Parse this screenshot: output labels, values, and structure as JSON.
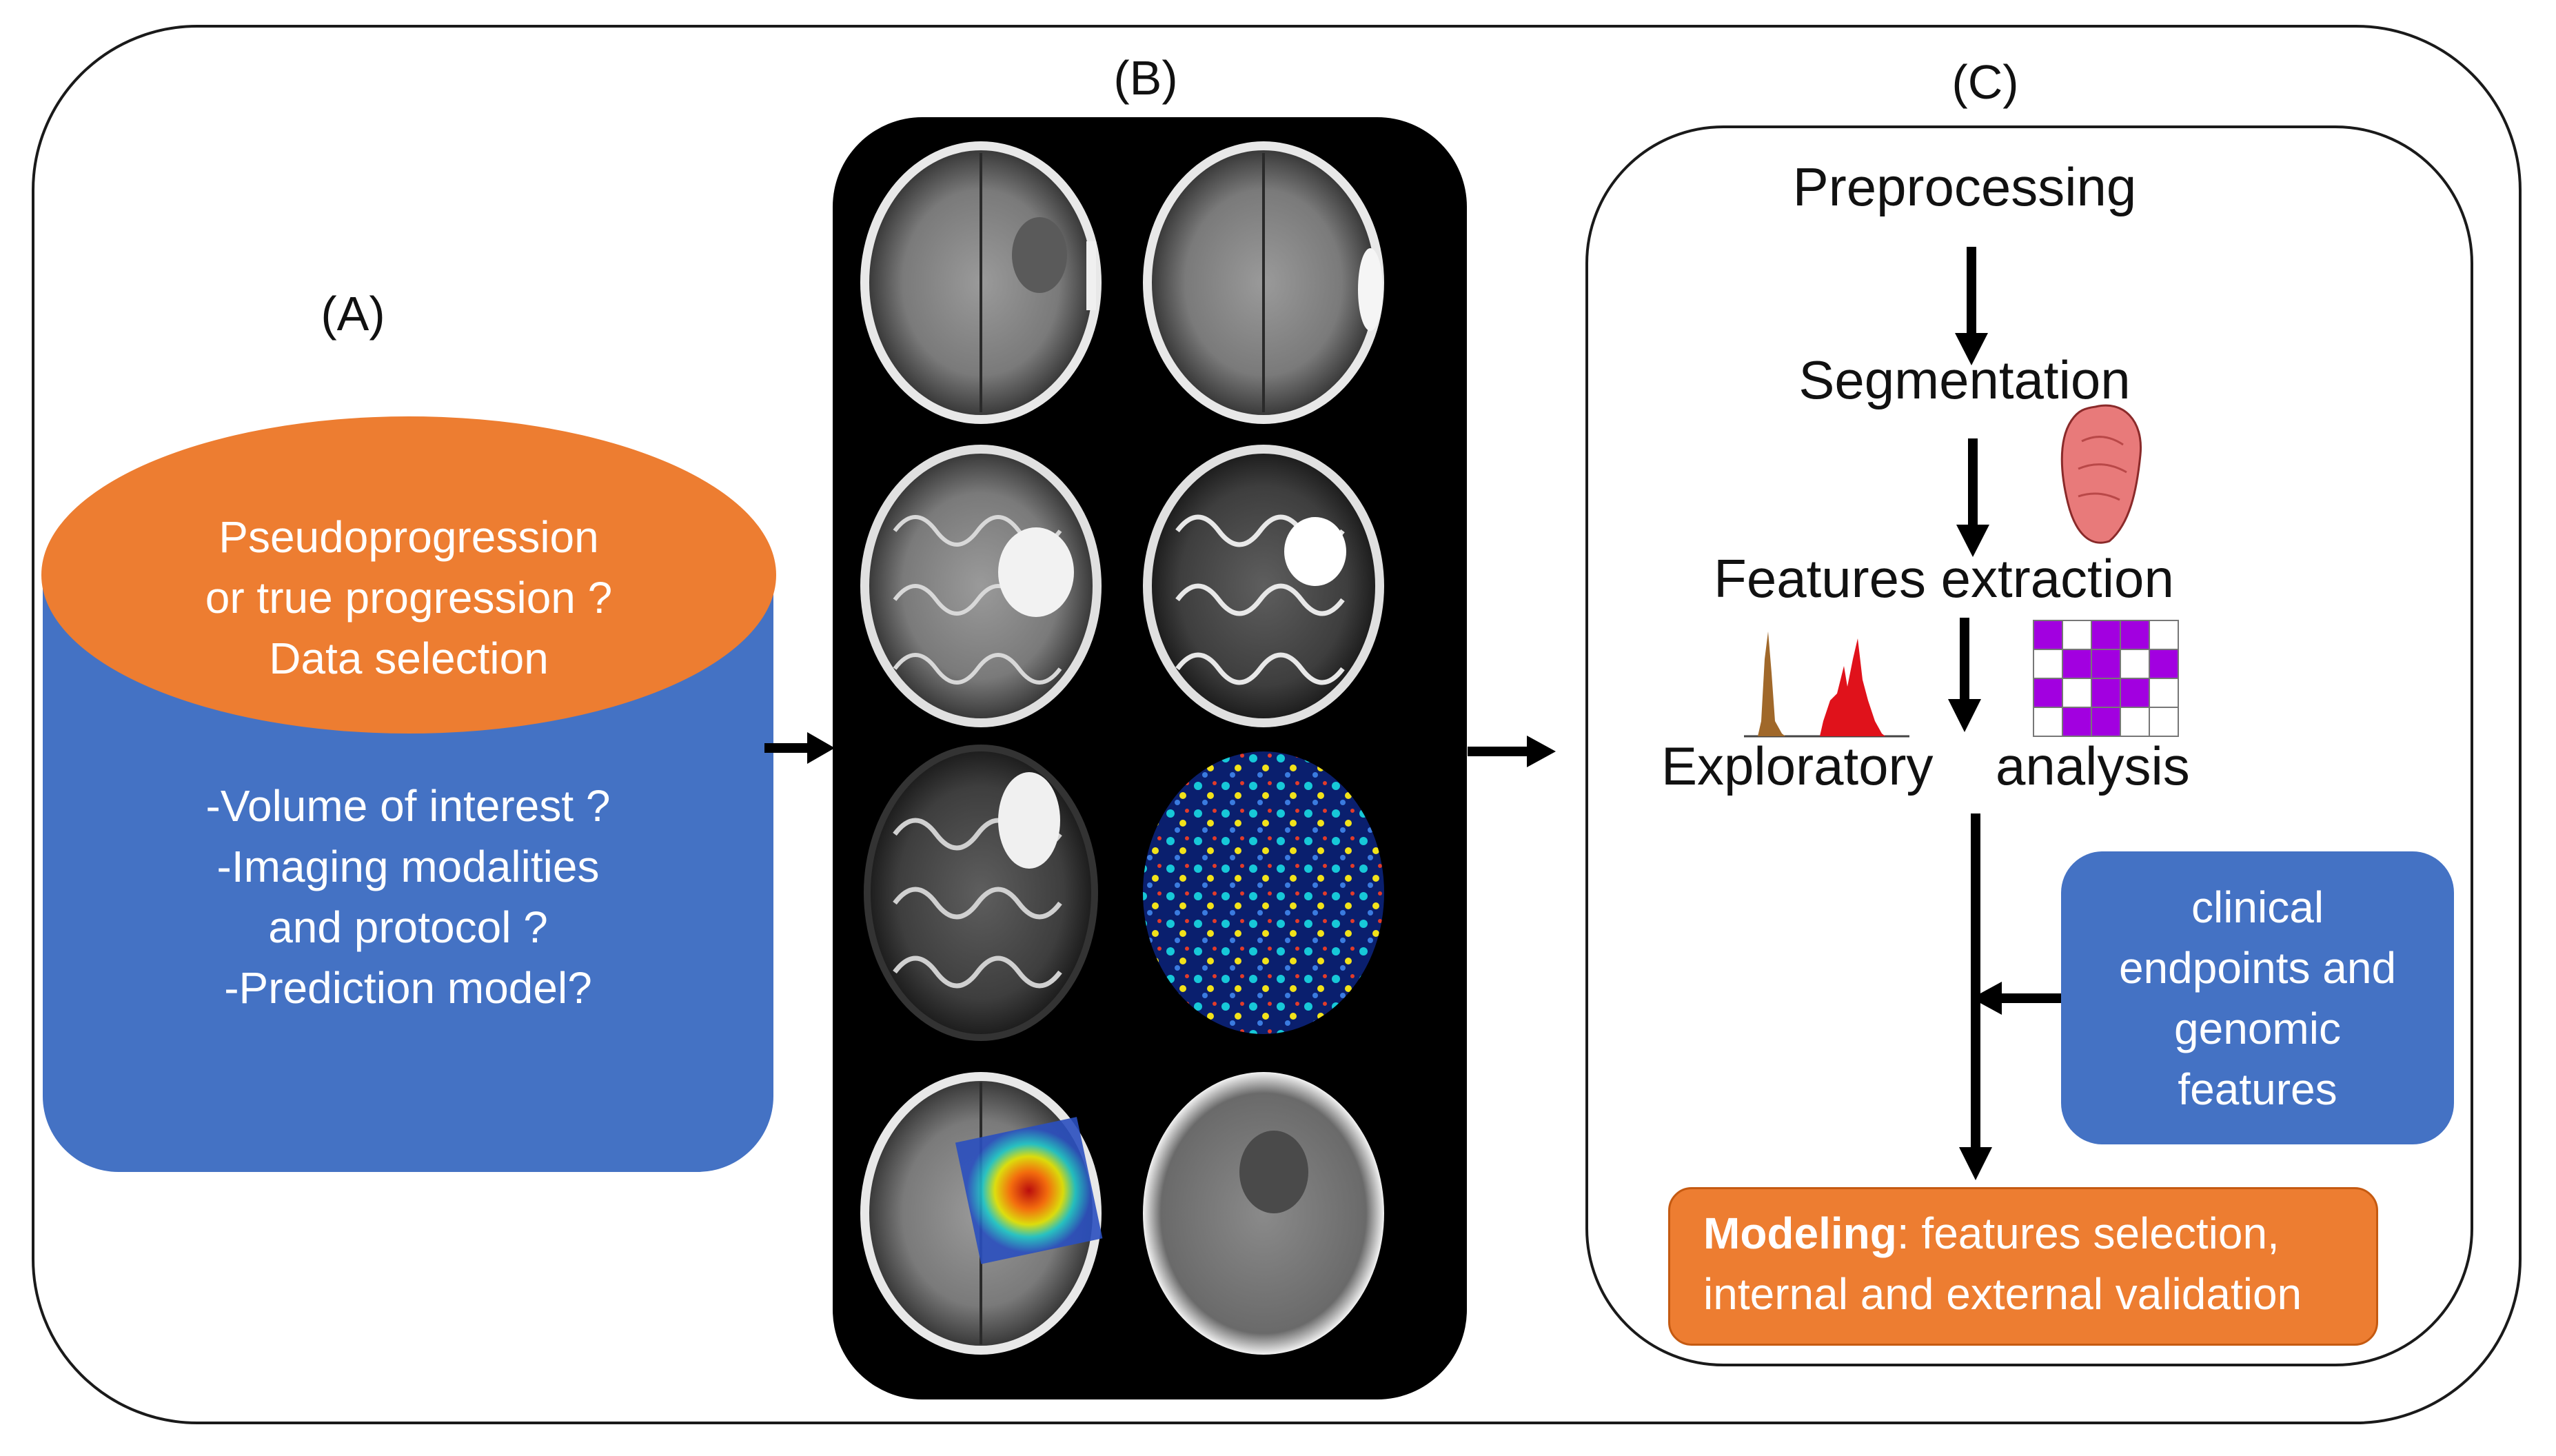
{
  "panel_labels": {
    "a": "(A)",
    "b": "(B)",
    "c": "(C)"
  },
  "cylinder": {
    "title_lines": [
      "Pseudoprogression",
      "or true progression ?",
      "Data selection"
    ],
    "body_lines": [
      "-Volume of interest ?",
      "-Imaging modalities",
      "and protocol ?",
      "-Prediction model?"
    ]
  },
  "pipeline": {
    "preprocessing": "Preprocessing",
    "segmentation": "Segmentation",
    "features_extraction": "Features extraction",
    "exploratory": "Exploratory",
    "analysis": "analysis"
  },
  "clinical_box": {
    "lines": [
      "clinical",
      "endpoints and",
      "genomic",
      "features"
    ]
  },
  "modeling_box": {
    "bold_label": "Modeling",
    "line1_rest": ": features selection,",
    "line2": "internal and external validation"
  },
  "colors": {
    "orange": "#ed7d31",
    "blue": "#4472c4",
    "black": "#000000",
    "histogram_red": "#e0121b",
    "histogram_brown": "#a0682a",
    "matrix_purple": "#a200e0",
    "tumor_pink": "#e87a7a"
  },
  "icons": [
    "brain-mri-scan",
    "histogram-icon",
    "texture-matrix-icon",
    "tumor-3d-icon"
  ]
}
